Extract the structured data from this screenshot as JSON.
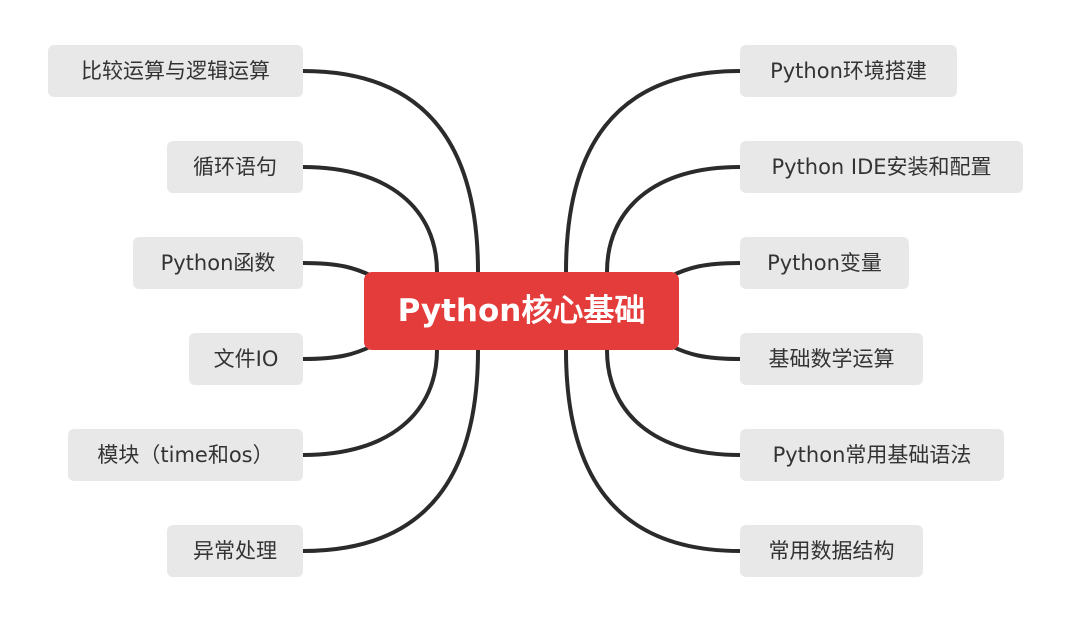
{
  "center": {
    "label": "Python核心基础",
    "color": "#e33c3a"
  },
  "left_nodes": [
    {
      "label": "比较运算与逻辑运算"
    },
    {
      "label": "循环语句"
    },
    {
      "label": "Python函数"
    },
    {
      "label": "文件IO"
    },
    {
      "label": "模块（time和os）"
    },
    {
      "label": "异常处理"
    }
  ],
  "right_nodes": [
    {
      "label": "Python环境搭建"
    },
    {
      "label": "Python IDE安装和配置"
    },
    {
      "label": "Python变量"
    },
    {
      "label": "基础数学运算"
    },
    {
      "label": "Python常用基础语法"
    },
    {
      "label": "常用数据结构"
    }
  ]
}
